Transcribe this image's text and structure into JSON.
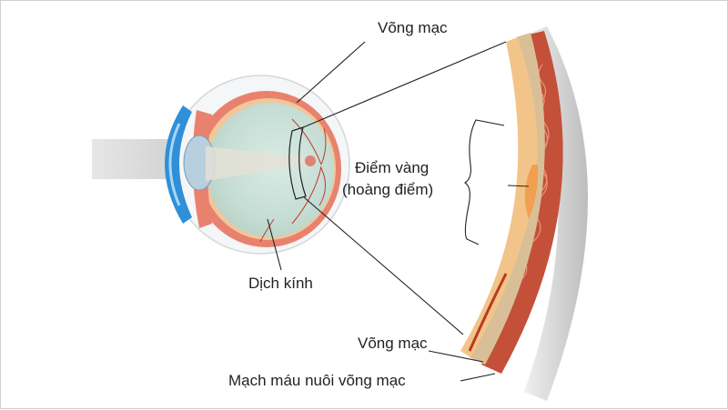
{
  "labels": {
    "retina_top": "Võng mạc",
    "macula_line1": "Điểm vàng",
    "macula_line2": "(hoàng điểm)",
    "vitreous": "Dịch kính",
    "retina_bottom": "Võng mạc",
    "retinal_vessels": "Mạch máu nuôi võng mạc"
  },
  "colors": {
    "sclera": "#e8826e",
    "vitreous": "#cfe3dc",
    "cornea": "#2f8fd8",
    "retina_layer": "#f2c48a",
    "photoreceptor": "#d9bf98",
    "choroid": "#c4503a",
    "outer_wall": "#d4d4d4"
  }
}
